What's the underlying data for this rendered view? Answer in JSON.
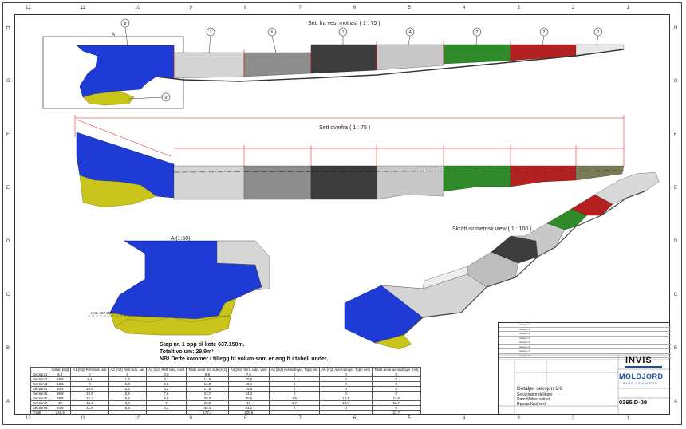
{
  "sheet": {
    "col_numbers_top": [
      "12",
      "11",
      "10",
      "9",
      "8",
      "7",
      "6",
      "5",
      "4",
      "3",
      "2",
      "1"
    ],
    "col_numbers_bottom": [
      "12",
      "11",
      "10",
      "9",
      "8",
      "7",
      "6",
      "5",
      "4",
      "3",
      "2",
      "1"
    ],
    "row_letters_left": [
      "H",
      "G",
      "F",
      "E",
      "D",
      "C",
      "B",
      "A"
    ],
    "row_letters_right": [
      "H",
      "G",
      "F",
      "E",
      "D",
      "C",
      "B",
      "A"
    ]
  },
  "views": {
    "side": {
      "title": "Sett fra vest mot øst ( 1 : 75 )",
      "detail_tag": "A",
      "balloons": [
        "8",
        "7",
        "6",
        "1",
        "4",
        "2",
        "2",
        "1",
        "9"
      ]
    },
    "top": {
      "title": "Sett overfra ( 1 : 75 )"
    },
    "detail": {
      "title": "A (1:50)",
      "kote_label": "Kote 637,150m",
      "note_lines": [
        "Støp nr. 1 opp til kote 637.150m.",
        "Totalt volum: 29,9m³",
        "NB! Dette kommer i tillegg til volum som er angitt i tabell under."
      ]
    },
    "iso": {
      "title": "Skrått isometrisk view ( 1 : 100 )"
    }
  },
  "volume_table": {
    "headers": [
      "",
      "Volum [m2]",
      "A1 [m2] Rett side, øst",
      "A2 [m2] Rett side, sør",
      "A3 [m2] Rett side, nord",
      "Totalt areal rett side [m2]",
      "A4 [m2] Skrå side, Vest",
      "A5 [m2] Avrundinger, Topp øst",
      "A6 [m2] Avrundinger, Topp vest",
      "Totalt areal avrundinger [m2]"
    ],
    "rows": [
      [
        "Section 1",
        "6,2",
        "0",
        "6",
        "3,9",
        "9,9",
        "7,8",
        "0",
        "0",
        "0"
      ],
      [
        "Section 2",
        "19,9",
        "9,4",
        "1,4",
        "4,1",
        "14,9",
        "20,5",
        "0",
        "0",
        "0"
      ],
      [
        "Section 3",
        "13,5",
        "0",
        "5,3",
        "2,5",
        "12,8",
        "19,4",
        "0",
        "0",
        "0"
      ],
      [
        "Section 4",
        "16,4",
        "10,9",
        "2,5",
        "4,2",
        "17,6",
        "15,5",
        "0",
        "0",
        "0"
      ],
      [
        "Section 5",
        "36,8",
        "13,6",
        "2,5",
        "7,6",
        "23,7",
        "24,3",
        "0",
        "0",
        "0"
      ],
      [
        "Section 6",
        "29,8",
        "16,3",
        "6,5",
        "6,8",
        "29,6",
        "30,8",
        "1,5",
        "10,1",
        "11,6"
      ],
      [
        "Section 7",
        "48",
        "16,1",
        "5,9",
        "7",
        "28,9",
        "17",
        "1,7",
        "10,0",
        "11,7"
      ],
      [
        "Section 8",
        "84,6",
        "31,9",
        "6,4",
        "0,1",
        "46,4",
        "24,2",
        "0",
        "0",
        "0"
      ],
      [
        "Totalt",
        "245,6",
        "",
        "",
        "",
        "172,3",
        "120,6",
        "",
        "",
        "23,7"
      ]
    ]
  },
  "title_block": {
    "drawing_title": "Detaljer seksjon 1-8",
    "line2": "Seksjonsinndelinger",
    "line3": "Dam Mølnervatnet",
    "line4": "Røssja Kraftverk",
    "company": "INVIS",
    "contractor": "MOLDJORD",
    "contractor_sub": "BYGG OG ANLEGG",
    "drawing_number": "0365.D-09",
    "revision_rows": [
      "Seksjon 1",
      "Seksjon 2",
      "Seksjon 3",
      "Seksjon 4",
      "Seksjon 5",
      "Seksjon 6",
      "Seksjon 7",
      "Seksjon 8"
    ]
  },
  "colors": {
    "blue": "#1f3bd6",
    "yellow": "#c9c41b",
    "green": "#2f8a2a",
    "red": "#b32020",
    "dark_gray": "#3c3c3c",
    "mid_gray": "#8d8d8d",
    "light_gray": "#d4d4d4",
    "balloon": "#333333"
  }
}
